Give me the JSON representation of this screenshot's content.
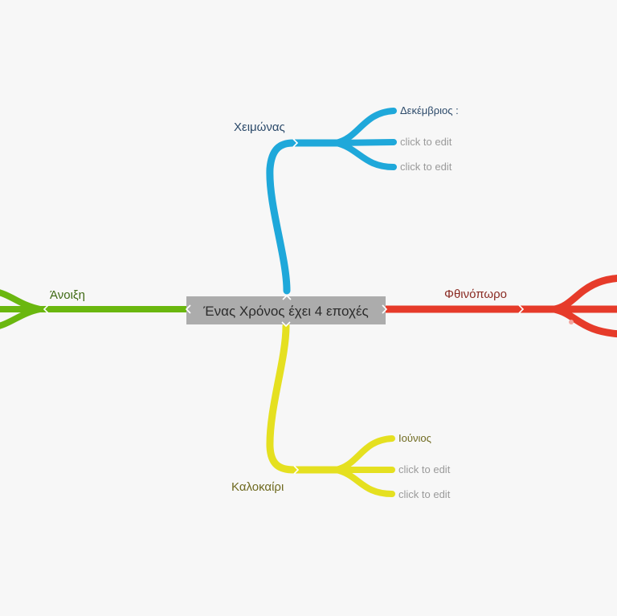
{
  "center": {
    "text": "Ένας Χρόνος έχει 4 εποχές"
  },
  "placeholder_color": "#9a9a9a",
  "branches": [
    {
      "id": "winter",
      "label": "Χειμώνας",
      "color": "#1fa8da",
      "label_color": "#2c4a6a",
      "children": [
        "Δεκέμβριος :",
        "click to edit",
        "click to edit"
      ]
    },
    {
      "id": "autumn",
      "label": "Φθινόπωρο",
      "color": "#e63b2a",
      "label_color": "#8a2a22",
      "children": []
    },
    {
      "id": "spring",
      "label": "Άνοιξη",
      "color": "#6ab70f",
      "label_color": "#3f6a14",
      "children": []
    },
    {
      "id": "summer",
      "label": "Καλοκαίρι",
      "color": "#e5e020",
      "label_color": "#6f6a20",
      "children": [
        "Ιούνιος",
        "click to edit",
        "click to edit"
      ]
    }
  ]
}
